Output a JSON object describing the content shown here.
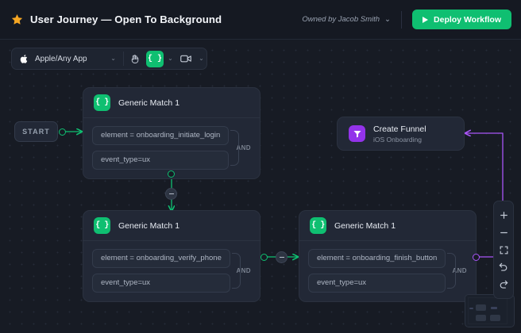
{
  "header": {
    "star_icon": "star-icon",
    "title": "User Journey — Open To Background",
    "owner_label": "Owned by Jacob Smith",
    "owner_chevron": "⌄",
    "deploy_label": "Deploy Workflow",
    "deploy_icon": "play-icon"
  },
  "toolbar": {
    "app_icon": "apple-icon",
    "app_label": "Apple/Any App",
    "app_chevron": "⌄",
    "hand_icon": "hand-icon",
    "code_label": "{ }",
    "code_chevron": "⌄",
    "camera_icon": "camera-icon",
    "camera_chevron": "⌄"
  },
  "canvas": {
    "start_node": {
      "label": "START"
    },
    "nodes": [
      {
        "id": "generic-match-1",
        "title": "Generic Match 1",
        "icon": "code-braces-icon",
        "icon_color": "#0fbf71",
        "conditions": [
          "element = onboarding_initiate_login",
          "event_type=ux"
        ],
        "operator": "AND"
      },
      {
        "id": "generic-match-2",
        "title": "Generic Match 1",
        "icon": "code-braces-icon",
        "icon_color": "#0fbf71",
        "conditions": [
          "element = onboarding_verify_phone",
          "event_type=ux"
        ],
        "operator": "AND"
      },
      {
        "id": "generic-match-3",
        "title": "Generic Match 1",
        "icon": "code-braces-icon",
        "icon_color": "#0fbf71",
        "conditions": [
          "element = onboarding_finish_button",
          "event_type=ux"
        ],
        "operator": "AND"
      }
    ],
    "funnel_node": {
      "title": "Create Funnel",
      "subtitle": "iOS Onboarding",
      "icon": "funnel-icon",
      "icon_color": "#9333ea"
    },
    "edge_colors": {
      "flow": "#0fbf71",
      "action": "#a855f7"
    }
  },
  "zoom_controls": {
    "zoom_in": "plus-icon",
    "zoom_out": "minus-icon",
    "fit_screen": "fit-screen-icon",
    "undo": "undo-icon",
    "redo": "redo-icon"
  },
  "minimap": {
    "name": "minimap"
  }
}
